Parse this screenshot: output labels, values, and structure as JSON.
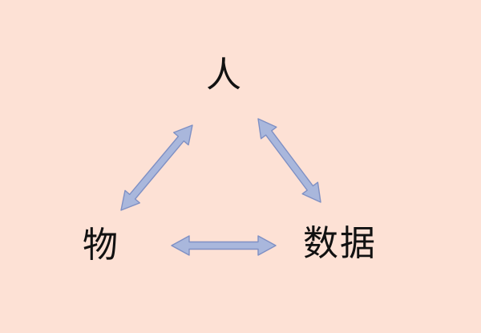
{
  "diagram": {
    "nodes": {
      "person": "人",
      "thing": "物",
      "data": "数据"
    },
    "edges": [
      {
        "from": "person",
        "to": "thing",
        "bidirectional": true
      },
      {
        "from": "person",
        "to": "data",
        "bidirectional": true
      },
      {
        "from": "thing",
        "to": "data",
        "bidirectional": true
      }
    ],
    "colors": {
      "background": "#fde1d5",
      "arrow_fill": "#a9b7dc",
      "arrow_stroke": "#7f90c4",
      "text": "#111111"
    }
  }
}
